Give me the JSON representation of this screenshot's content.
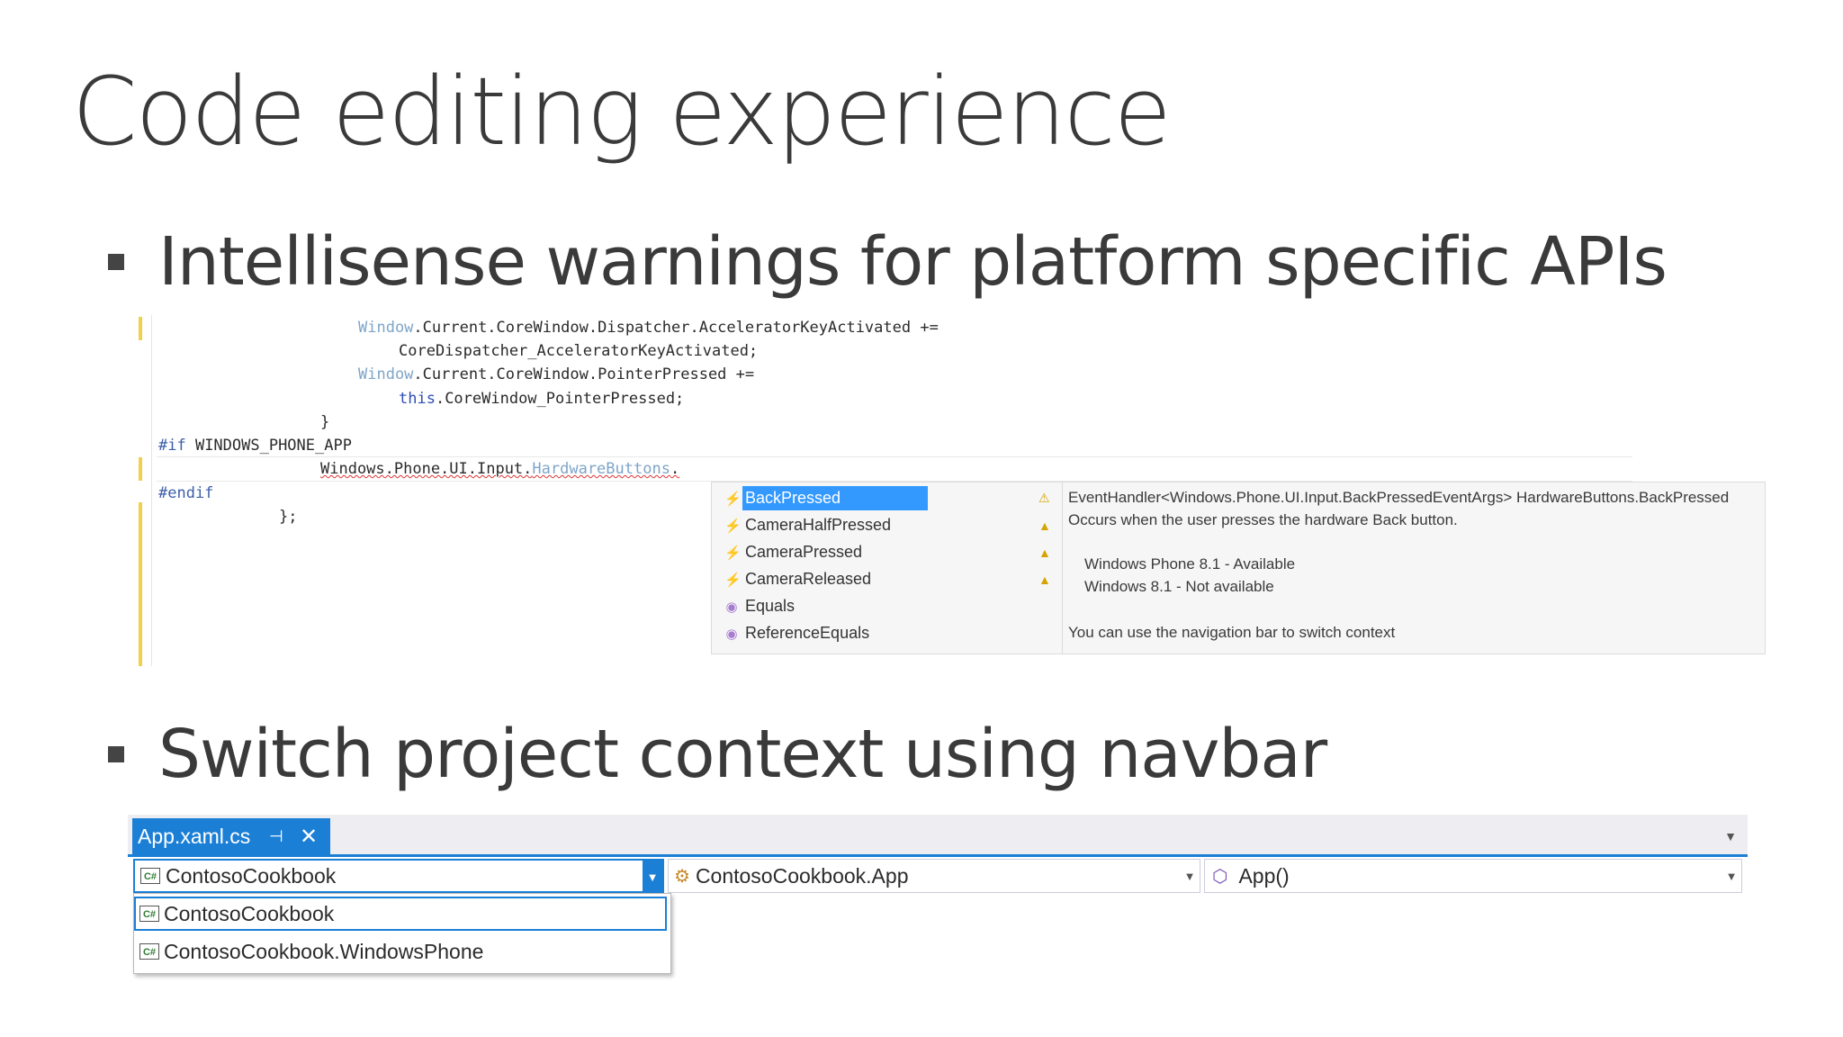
{
  "slide": {
    "title": "Code editing experience",
    "bullet1": "Intellisense warnings for platform specific APIs",
    "bullet2": "Switch project context using navbar"
  },
  "editor": {
    "line1_type": "Window",
    "line1_rest": ".Current.CoreWindow.Dispatcher.AcceleratorKeyActivated +=",
    "line2": "CoreDispatcher_AcceleratorKeyActivated;",
    "line3_type": "Window",
    "line3_rest": ".Current.CoreWindow.PointerPressed +=",
    "line4_kw": "this",
    "line4_rest": ".CoreWindow_PointerPressed;",
    "line5": "}",
    "line6_kw": "#if",
    "line6_rest": " WINDOWS_PHONE_APP",
    "line7_a": "Windows.Phone.UI.Input.",
    "line7_b": "HardwareButtons",
    "line7_c": ".",
    "line8": "#endif",
    "line9": "};"
  },
  "completion": {
    "items": [
      {
        "label": "BackPressed",
        "icon": "lightning-icon",
        "warning": true
      },
      {
        "label": "CameraHalfPressed",
        "icon": "lightning-icon",
        "warning": true
      },
      {
        "label": "CameraPressed",
        "icon": "lightning-icon",
        "warning": true
      },
      {
        "label": "CameraReleased",
        "icon": "lightning-icon",
        "warning": true
      },
      {
        "label": "Equals",
        "icon": "method-icon",
        "warning": false
      },
      {
        "label": "ReferenceEquals",
        "icon": "method-icon",
        "warning": false
      }
    ],
    "selected_index": 0
  },
  "tooltip": {
    "signature": "EventHandler<Windows.Phone.UI.Input.BackPressedEventArgs> HardwareButtons.BackPressed",
    "description": "Occurs when the user presses the hardware Back button.",
    "availability1": "Windows Phone 8.1 - Available",
    "availability2": "Windows 8.1 - Not available",
    "hint": "You can use the navigation bar to switch context"
  },
  "navbar": {
    "tab_label": "App.xaml.cs",
    "project_combo": "ContosoCookbook",
    "type_combo": "ContosoCookbook.App",
    "member_combo": "App()",
    "dropdown_items": [
      "ContosoCookbook",
      "ContosoCookbook.WindowsPhone"
    ],
    "csharp_icon_text": "C#"
  },
  "colors": {
    "accent": "#1c7fd6",
    "selection": "#3399ff",
    "change_bar": "#f1d04b"
  }
}
